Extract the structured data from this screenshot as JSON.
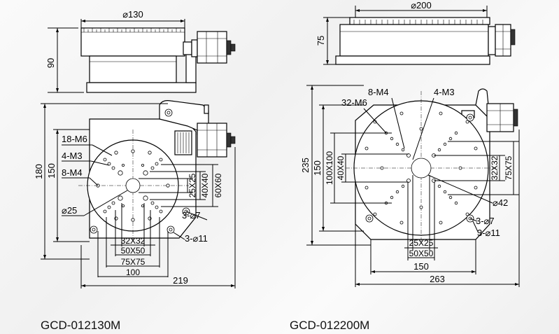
{
  "left": {
    "top_diameter": "⌀130",
    "height": "90",
    "height_overall": "180",
    "height_150": "150",
    "holes_18_m6": "18-M6",
    "holes_4_m3": "4-M3",
    "holes_8_m4": "8-M4",
    "center_dia": "⌀25",
    "sq_25": "25X25",
    "sq_40": "40X40",
    "sq_60": "60X60",
    "mount_7": "3-⌀7",
    "mount_11": "3-⌀11",
    "sq_32": "32X32",
    "sq_50": "50X50",
    "sq_75": "75X75",
    "width_100": "100",
    "width_219": "219",
    "model": "GCD-012130M"
  },
  "right": {
    "top_diameter": "⌀200",
    "height": "75",
    "holes_8_m4": "8-M4",
    "holes_4_m3": "4-M3",
    "holes_32_m6": "32-M6",
    "height_overall": "235",
    "height_150": "150",
    "sq_100": "100X100",
    "sq_40": "40X40",
    "sq_32": "32X32",
    "sq_75": "75X75",
    "center_dia": "⌀42",
    "mount_7": "3-⌀7",
    "mount_11": "3-⌀11",
    "sq_25": "25X25",
    "sq_50": "50X50",
    "width_150": "150",
    "width_263": "263",
    "model": "GCD-012200M"
  }
}
